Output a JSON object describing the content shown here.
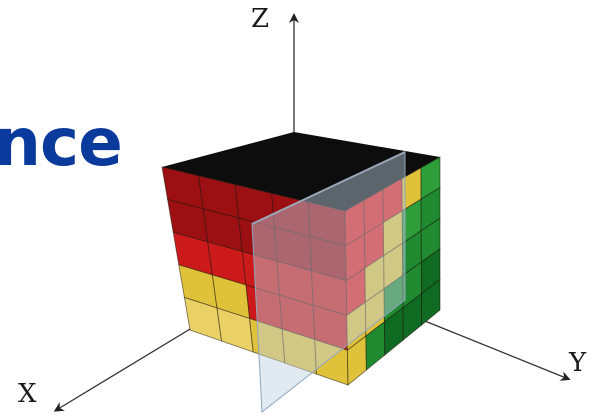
{
  "title_fragment": "nce",
  "axes": {
    "x": "X",
    "y": "Y",
    "z": "Z"
  },
  "colors": {
    "title": "#0a3a9c",
    "top_face": "#0d0d0d",
    "red_dark": "#9c1014",
    "red": "#cc1a1a",
    "red_bright": "#e41e1e",
    "yellow": "#dfc23a",
    "yellow_light": "#e9d166",
    "green_light": "#2e9e3a",
    "green": "#1f8a30",
    "green_dark": "#0f6a22",
    "slice_plane": "#bfd0e0"
  },
  "cube": {
    "grid_size": 5,
    "front_face_rows_top_to_bottom": [
      [
        "red_dark",
        "red_dark",
        "red_dark",
        "red_dark",
        "red_dark"
      ],
      [
        "red_dark",
        "red_dark",
        "red_dark",
        "red_dark",
        "red_dark"
      ],
      [
        "red",
        "red",
        "red",
        "red",
        "red"
      ],
      [
        "yellow",
        "yellow",
        "red",
        "red",
        "red"
      ],
      [
        "yellow_light",
        "yellow_light",
        "yellow",
        "yellow",
        "yellow"
      ]
    ],
    "side_face_rows_top_to_bottom": [
      [
        "red_bright",
        "red_bright",
        "red_bright",
        "yellow",
        "green_light"
      ],
      [
        "red_bright",
        "red_bright",
        "yellow",
        "green_light",
        "green"
      ],
      [
        "red_bright",
        "yellow",
        "yellow",
        "green",
        "green"
      ],
      [
        "yellow",
        "yellow",
        "green",
        "green",
        "green_dark"
      ],
      [
        "yellow",
        "green",
        "green_dark",
        "green_dark",
        "green_dark"
      ]
    ]
  }
}
